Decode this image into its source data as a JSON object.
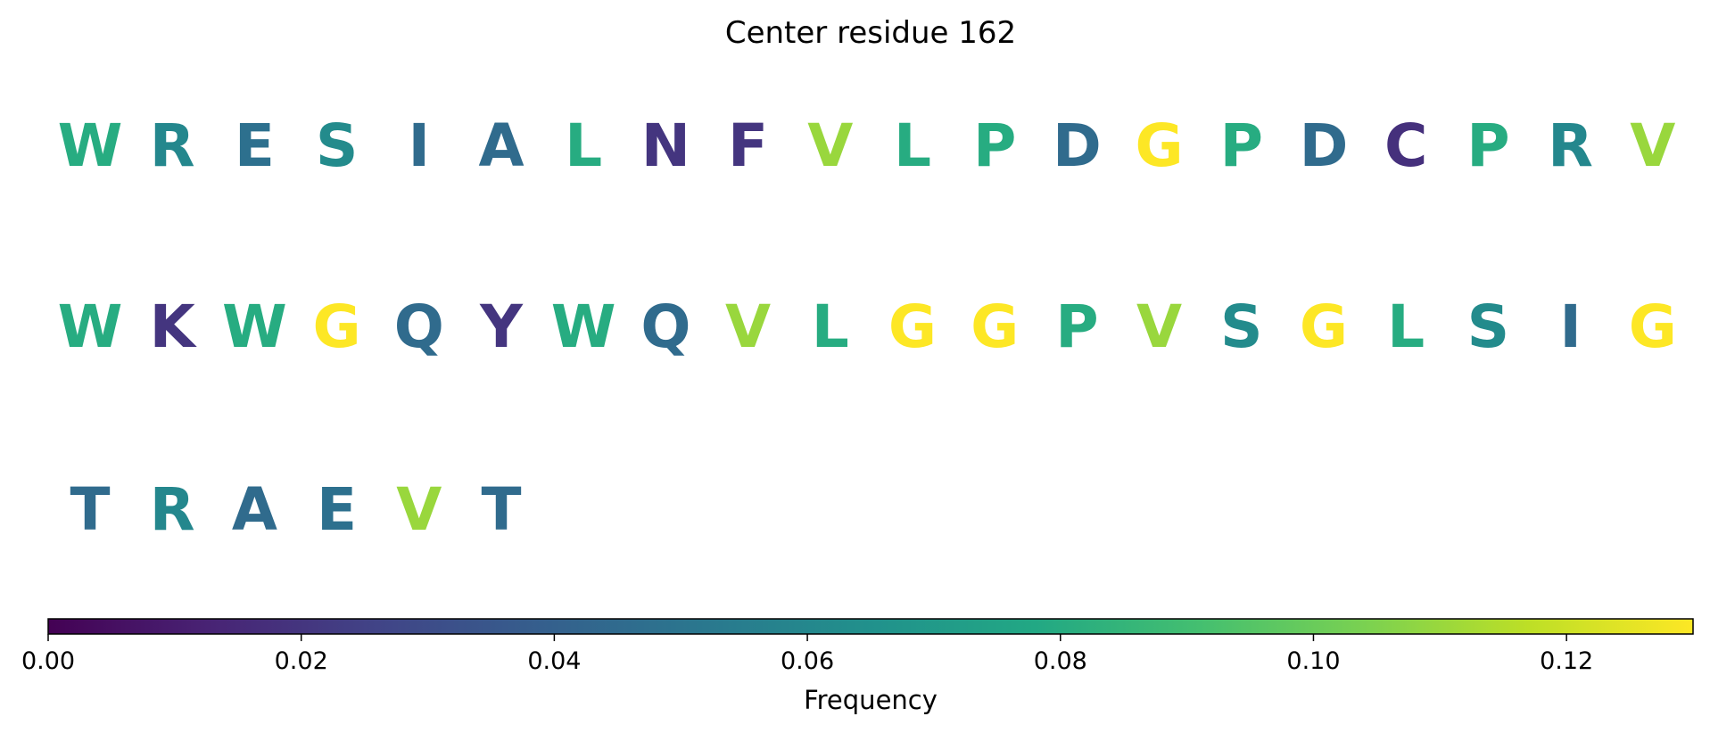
{
  "chart_data": {
    "type": "table",
    "title": "Center residue 162",
    "sequence": [
      {
        "residue": "W",
        "frequency": 0.08
      },
      {
        "residue": "R",
        "frequency": 0.06
      },
      {
        "residue": "E",
        "frequency": 0.048
      },
      {
        "residue": "S",
        "frequency": 0.062
      },
      {
        "residue": "I",
        "frequency": 0.045
      },
      {
        "residue": "A",
        "frequency": 0.045
      },
      {
        "residue": "L",
        "frequency": 0.08
      },
      {
        "residue": "N",
        "frequency": 0.02
      },
      {
        "residue": "F",
        "frequency": 0.02
      },
      {
        "residue": "V",
        "frequency": 0.11
      },
      {
        "residue": "L",
        "frequency": 0.08
      },
      {
        "residue": "P",
        "frequency": 0.08
      },
      {
        "residue": "D",
        "frequency": 0.045
      },
      {
        "residue": "G",
        "frequency": 0.13
      },
      {
        "residue": "P",
        "frequency": 0.08
      },
      {
        "residue": "D",
        "frequency": 0.045
      },
      {
        "residue": "C",
        "frequency": 0.018
      },
      {
        "residue": "P",
        "frequency": 0.08
      },
      {
        "residue": "R",
        "frequency": 0.06
      },
      {
        "residue": "V",
        "frequency": 0.11
      },
      {
        "residue": "W",
        "frequency": 0.08
      },
      {
        "residue": "K",
        "frequency": 0.02
      },
      {
        "residue": "W",
        "frequency": 0.08
      },
      {
        "residue": "G",
        "frequency": 0.13
      },
      {
        "residue": "Q",
        "frequency": 0.045
      },
      {
        "residue": "Y",
        "frequency": 0.02
      },
      {
        "residue": "W",
        "frequency": 0.08
      },
      {
        "residue": "Q",
        "frequency": 0.045
      },
      {
        "residue": "V",
        "frequency": 0.11
      },
      {
        "residue": "L",
        "frequency": 0.08
      },
      {
        "residue": "G",
        "frequency": 0.13
      },
      {
        "residue": "G",
        "frequency": 0.13
      },
      {
        "residue": "P",
        "frequency": 0.08
      },
      {
        "residue": "V",
        "frequency": 0.11
      },
      {
        "residue": "S",
        "frequency": 0.062
      },
      {
        "residue": "G",
        "frequency": 0.13
      },
      {
        "residue": "L",
        "frequency": 0.08
      },
      {
        "residue": "S",
        "frequency": 0.062
      },
      {
        "residue": "I",
        "frequency": 0.045
      },
      {
        "residue": "G",
        "frequency": 0.13
      },
      {
        "residue": "T",
        "frequency": 0.045
      },
      {
        "residue": "R",
        "frequency": 0.06
      },
      {
        "residue": "A",
        "frequency": 0.045
      },
      {
        "residue": "E",
        "frequency": 0.048
      },
      {
        "residue": "V",
        "frequency": 0.11
      },
      {
        "residue": "T",
        "frequency": 0.045
      }
    ],
    "residues_per_row": 20,
    "colorbar": {
      "label": "Frequency",
      "range": [
        0,
        0.13
      ],
      "ticks": [
        0.0,
        0.02,
        0.04,
        0.06,
        0.08,
        0.1,
        0.12
      ],
      "tick_labels": [
        "0.00",
        "0.02",
        "0.04",
        "0.06",
        "0.08",
        "0.10",
        "0.12"
      ],
      "colormap": "viridis",
      "orientation": "horizontal"
    }
  }
}
